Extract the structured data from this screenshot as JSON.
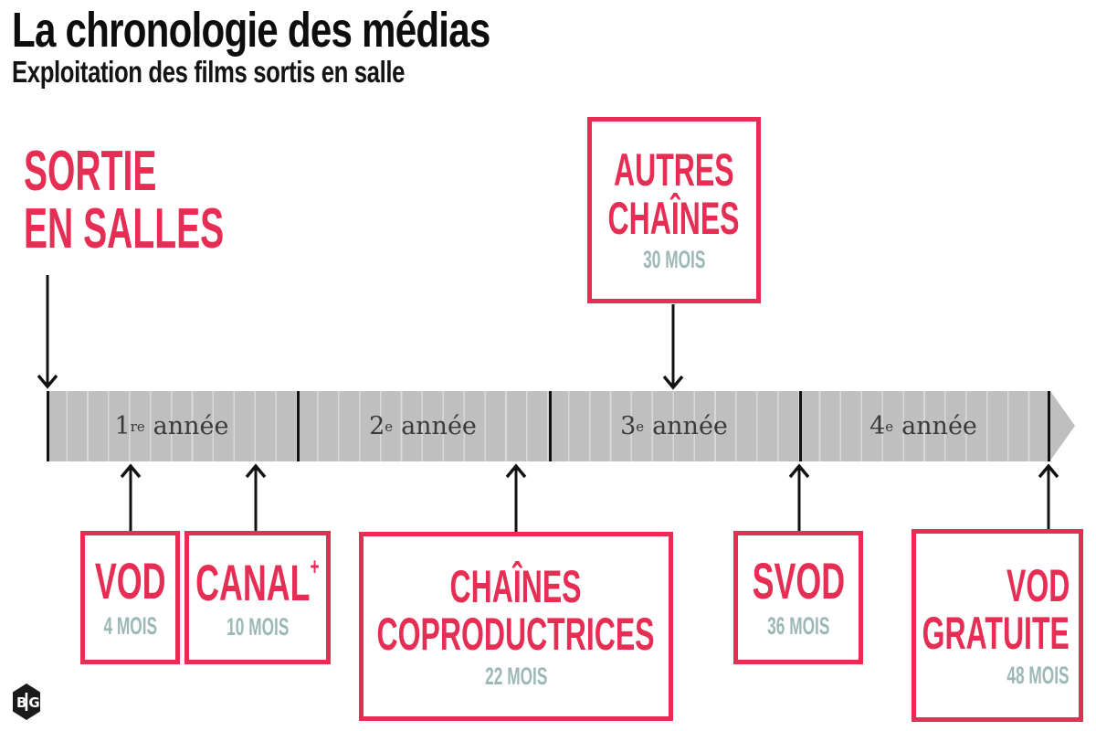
{
  "header": {
    "title": "La chronologie des médias",
    "subtitle": "Exploitation des films sortis en salle"
  },
  "colors": {
    "accent_red": "#e62e55",
    "duration_teal": "#9cb8b6",
    "bar_gray": "#bfbfbf",
    "text_black": "#0d0d0d"
  },
  "start_marker": {
    "line1": "SORTIE",
    "line2": "EN SALLES"
  },
  "timeline": {
    "years": [
      {
        "num": "1",
        "sup": "re",
        "word": "année"
      },
      {
        "num": "2",
        "sup": "e",
        "word": "année"
      },
      {
        "num": "3",
        "sup": "e",
        "word": "année"
      },
      {
        "num": "4",
        "sup": "e",
        "word": "année"
      }
    ],
    "months_per_year": 12
  },
  "windows": {
    "vod": {
      "title": "VOD",
      "duration": "4 MOIS",
      "months": 4,
      "side": "below"
    },
    "canal": {
      "title": "CANAL",
      "title_sup": "+",
      "duration": "10 MOIS",
      "months": 10,
      "side": "below"
    },
    "chaines": {
      "title_line1": "CHAÎNES",
      "title_line2": "COPRODUCTRICES",
      "duration": "22 MOIS",
      "months": 22,
      "side": "below"
    },
    "autres": {
      "title_line1": "AUTRES",
      "title_line2": "CHAÎNES",
      "duration": "30 MOIS",
      "months": 30,
      "side": "above"
    },
    "svod": {
      "title": "SVOD",
      "duration": "36 MOIS",
      "months": 36,
      "side": "below"
    },
    "vod_gratuite": {
      "title_line1": "VOD",
      "title_line2": "GRATUITE",
      "duration": "48 MOIS",
      "months": 48,
      "side": "below"
    }
  },
  "logo": {
    "letter1": "B",
    "letter2": "G",
    "name": "BIG"
  }
}
